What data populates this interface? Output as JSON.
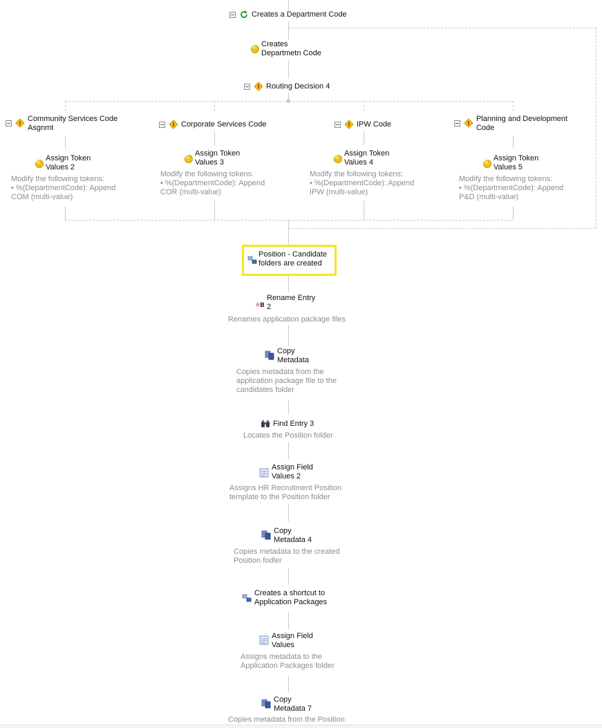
{
  "top": {
    "department_code_label": "Creates a Department Code",
    "creates_dept_label": "Creates Departmetn Code",
    "routing_label": "Routing Decision 4"
  },
  "branches": [
    {
      "title": "Community Services Code Asgnmt",
      "task": "Assign Token Values 2",
      "desc1": "Modify the following tokens:",
      "desc2": "• %(DepartmentCode): Append",
      "desc3": "COM (multi-value)"
    },
    {
      "title": "Corporate Services Code",
      "task": "Assign Token Values 3",
      "desc1": "Modify the following tokens:",
      "desc2": "• %(DepartmentCode): Append",
      "desc3": "COR (multi-value)"
    },
    {
      "title": "IPW Code",
      "task": "Assign Token Values 4",
      "desc1": "Modify the following tokens:",
      "desc2": "• %(DepartmentCode): Append",
      "desc3": "IPW (multi-value)"
    },
    {
      "title": "Planning and Development Code",
      "task": "Assign Token Values 5",
      "desc1": "Modify the following tokens:",
      "desc2": "• %(DepartmentCode): Append",
      "desc3": "P&D (multi-value)"
    }
  ],
  "steps": {
    "position": {
      "title": "Position - Candidate folders are created"
    },
    "rename": {
      "title": "Rename Entry 2",
      "desc": "Renames application package files"
    },
    "copy1": {
      "title": "Copy Metadata",
      "desc": "Copies metadata from the application package file to the candidates folder"
    },
    "find": {
      "title": "Find Entry 3",
      "desc": "Locates the Position folder"
    },
    "assign2": {
      "title": "Assign Field Values 2",
      "desc": "Assigns HR Recruitment Position template to the Position folder"
    },
    "copy4": {
      "title": "Copy Metadata 4",
      "desc": "Copies metadata to the created Position fodler"
    },
    "shortcut": {
      "title": "Creates a shortcut to Application Packages"
    },
    "assign": {
      "title": "Assign Field Values",
      "desc": "Assigns metadata to the Application Packages folder"
    },
    "copy7": {
      "title": "Copy Metadata 7",
      "desc": "Copies metadata from the Position"
    }
  },
  "colors": {
    "highlight": "#f6e41e",
    "line": "#c9c9c9",
    "desc_text": "#8d8d8d"
  },
  "icons": [
    "expander-minus-icon",
    "loop-icon",
    "token-icon",
    "routing-diamond-icon",
    "folder-create-icon",
    "rename-icon",
    "copy-metadata-icon",
    "binoculars-icon",
    "field-values-icon"
  ]
}
